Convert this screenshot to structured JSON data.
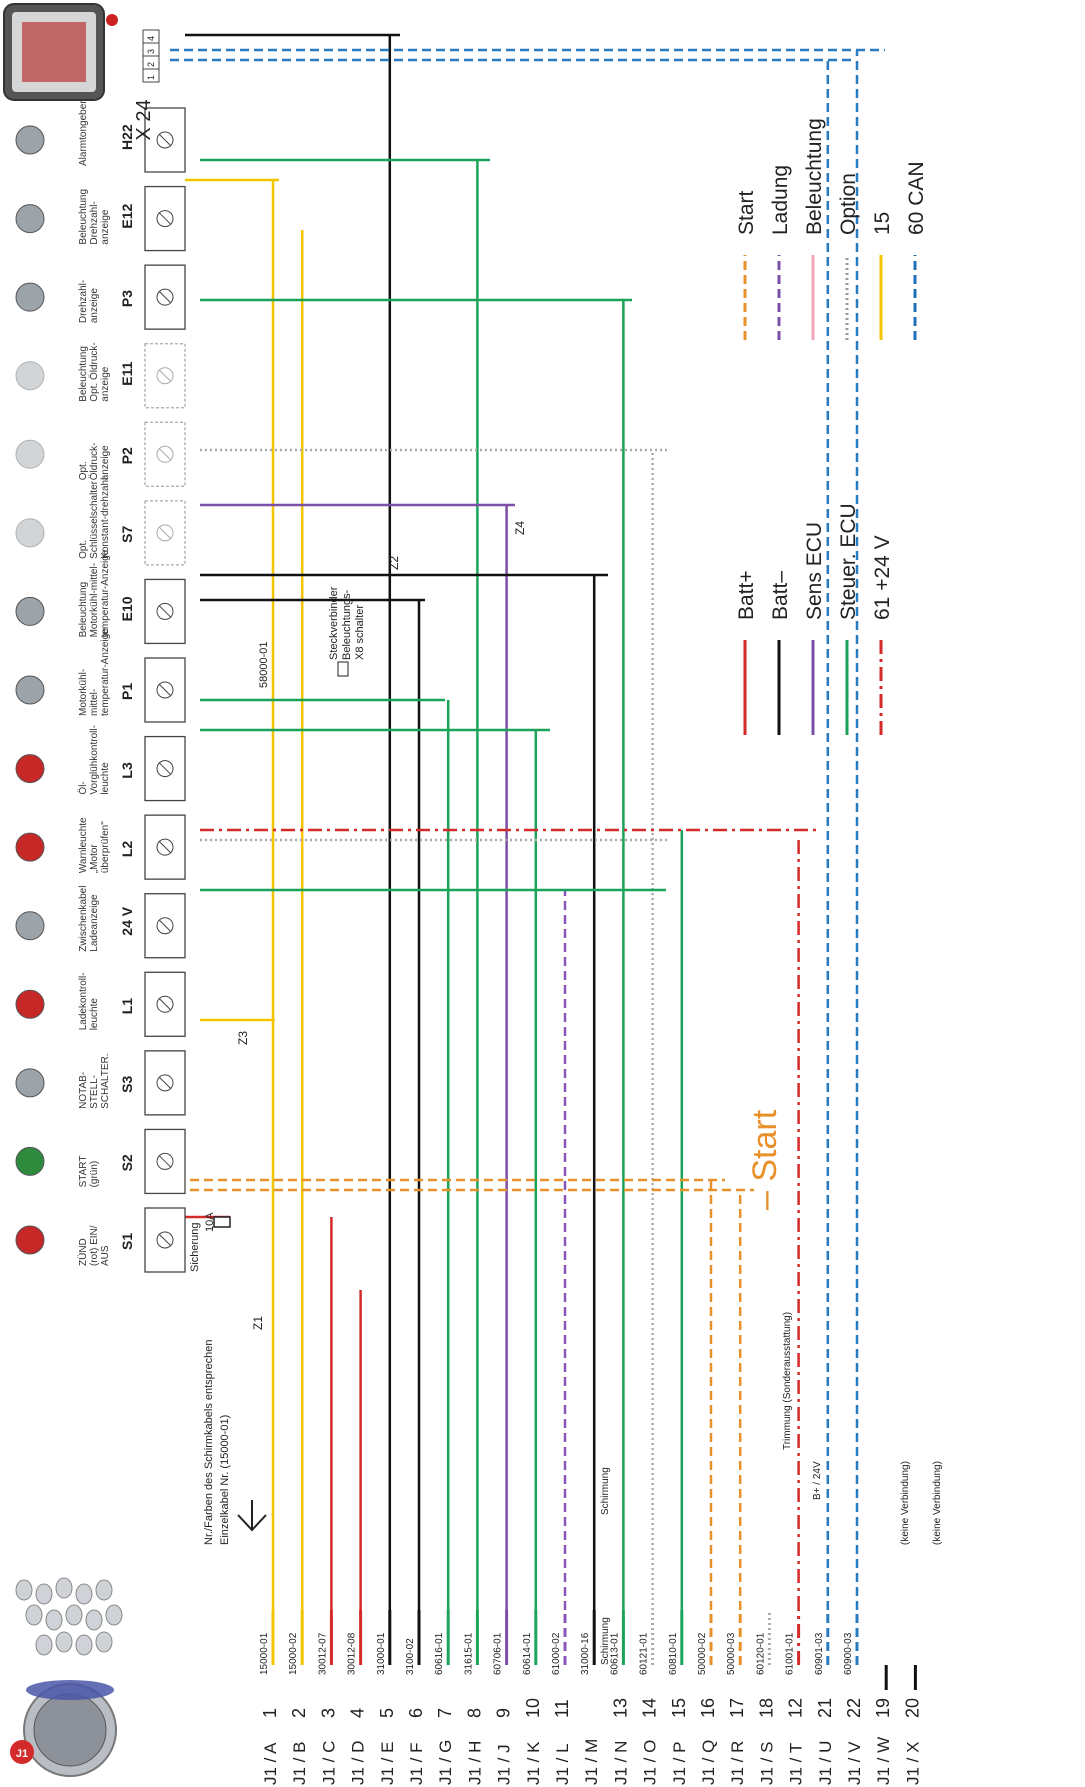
{
  "header": {
    "note_line1": "Nr./Farben des Schirmkabels entsprechen",
    "note_line2": "Einzelkabel Nr. (15000-01)",
    "connector_label": "J1",
    "fuse_line1": "Sicherung",
    "fuse_line2": "10A",
    "start_label": "– Start"
  },
  "pins": [
    {
      "pin": "J1 / A",
      "num": "1",
      "wire": "15000-01",
      "color": "#f2c500",
      "style": "solid",
      "grey": false
    },
    {
      "pin": "J1 / B",
      "num": "2",
      "wire": "15000-02",
      "color": "#f2c500",
      "style": "solid",
      "grey": false
    },
    {
      "pin": "J1 / C",
      "num": "3",
      "wire": "30012-07",
      "color": "#d42a2a",
      "style": "solid",
      "grey": false
    },
    {
      "pin": "J1 / D",
      "num": "4",
      "wire": "30012-08",
      "color": "#d42a2a",
      "style": "solid",
      "grey": false
    },
    {
      "pin": "J1 / E",
      "num": "5",
      "wire": "31000-01",
      "color": "#111111",
      "style": "solid",
      "grey": false
    },
    {
      "pin": "J1 / F",
      "num": "6",
      "wire": "3100-02",
      "color": "#111111",
      "style": "solid",
      "grey": false
    },
    {
      "pin": "J1 / G",
      "num": "7",
      "wire": "60616-01",
      "color": "#1ba35a",
      "style": "solid",
      "grey": false
    },
    {
      "pin": "J1 / H",
      "num": "8",
      "wire": "31615-01",
      "color": "#1ba35a",
      "style": "solid",
      "grey": false
    },
    {
      "pin": "J1 / J",
      "num": "9",
      "wire": "60706-01",
      "color": "#7b4fa8",
      "style": "solid",
      "grey": false
    },
    {
      "pin": "J1 / K",
      "num": "10",
      "wire": "60614-01",
      "color": "#1ba35a",
      "style": "solid",
      "grey": false
    },
    {
      "pin": "J1 / L",
      "num": "11",
      "wire": "61000-02",
      "color": "#8a56b8",
      "style": "dashed",
      "grey": false
    },
    {
      "pin": "J1 / M",
      "num": "",
      "wire": "31000-16",
      "color": "#111111",
      "style": "solid",
      "grey": false
    },
    {
      "pin": "J1 / N",
      "num": "13",
      "wire": "60613-01",
      "color": "#1ba35a",
      "style": "solid",
      "grey": false
    },
    {
      "pin": "J1 / O",
      "num": "14",
      "wire": "60121-01",
      "color": "#aaaaaa",
      "style": "dotted",
      "grey": true
    },
    {
      "pin": "J1 / P",
      "num": "15",
      "wire": "60810-01",
      "color": "#1ba35a",
      "style": "solid",
      "grey": false
    },
    {
      "pin": "J1 / Q",
      "num": "16",
      "wire": "50000-02",
      "color": "#e8902a",
      "style": "dashed",
      "grey": false
    },
    {
      "pin": "J1 / R",
      "num": "17",
      "wire": "50000-03",
      "color": "#e8902a",
      "style": "dashed",
      "grey": false
    },
    {
      "pin": "J1 / S",
      "num": "18",
      "wire": "60120-01",
      "color": "#aaaaaa",
      "style": "dotted",
      "grey": true
    },
    {
      "pin": "J1 / T",
      "num": "12",
      "wire": "61001-01",
      "color": "#d42a2a",
      "style": "dashdot",
      "grey": false
    },
    {
      "pin": "J1 / U",
      "num": "21",
      "wire": "60901-03",
      "color": "#2a7cc0",
      "style": "dashed",
      "grey": false
    },
    {
      "pin": "J1 / V",
      "num": "22",
      "wire": "60900-03",
      "color": "#2a7cc0",
      "style": "dashed",
      "grey": false
    },
    {
      "pin": "J1 / W",
      "num": "19",
      "wire": "",
      "color": "#111111",
      "style": "solid",
      "grey": false
    },
    {
      "pin": "J1 / X",
      "num": "20",
      "wire": "",
      "color": "#111111",
      "style": "solid",
      "grey": false
    }
  ],
  "wire_notes": {
    "schirmung_a": "Schirmung",
    "schirmung_b": "Schirmung",
    "trimmung": "Trimmung (Sonderausstattung)",
    "b_plus": "B+ / 24V",
    "keine_1": "(keine Verbindung)",
    "keine_2": "(keine Verbindung)",
    "stecker_code": "58000-01",
    "stecker_label1": "Steckverbinder",
    "stecker_label2": "Beleuchtungs-",
    "stecker_label3": "X8 schalter"
  },
  "components": [
    {
      "code": "S1",
      "l1": "ZÜND",
      "l2": "(rot) EIN/",
      "l3": "AUS",
      "grey": false,
      "icon": "button-red-icon"
    },
    {
      "code": "S2",
      "l1": "START",
      "l2": "(grün)",
      "l3": "",
      "grey": false,
      "icon": "button-green-icon"
    },
    {
      "code": "S3",
      "l1": "NOTAB-",
      "l2": "STELL-",
      "l3": "SCHALTER.",
      "grey": false,
      "icon": "key-switch-icon"
    },
    {
      "code": "L1",
      "l1": "Ladekontroll-",
      "l2": "leuchte",
      "l3": "",
      "grey": false,
      "icon": "lamp-red-icon"
    },
    {
      "code": "24 V",
      "l1": "Zwischenkabel",
      "l2": "Ladeanzeige",
      "l3": "",
      "grey": false,
      "icon": "cable-icon"
    },
    {
      "code": "L2",
      "l1": "Warnleuchte",
      "l2": "„Motor",
      "l3": "überprüfen\"",
      "grey": false,
      "icon": "lamp-red-icon"
    },
    {
      "code": "L3",
      "l1": "Öl-",
      "l2": "Vorglühkontroll-",
      "l3": "leuchte",
      "grey": false,
      "icon": "lamp-red-icon"
    },
    {
      "code": "P1",
      "l1": "Motorkühl-",
      "l2": "mittel-",
      "l3": "temperatur-Anzeige",
      "grey": false,
      "icon": "gauge-icon"
    },
    {
      "code": "E10",
      "l1": "Beleuchtung",
      "l2": "Motorkühl-mittel-",
      "l3": "temperatur-Anzeige",
      "grey": false,
      "icon": "bulb-icon"
    },
    {
      "code": "S7",
      "l1": "Opt.",
      "l2": "Schlüsselschalter",
      "l3": "Konstant-drehzahl",
      "grey": true,
      "icon": "key-switch-icon"
    },
    {
      "code": "P2",
      "l1": "Opt.",
      "l2": "Öldruck-",
      "l3": "anzeige",
      "grey": true,
      "icon": "gauge-icon"
    },
    {
      "code": "E11",
      "l1": "Beleuchtung",
      "l2": "Opt. Öldruck-",
      "l3": "anzeige",
      "grey": true,
      "icon": "bulb-icon"
    },
    {
      "code": "P3",
      "l1": "Drehzahl-",
      "l2": "anzeige",
      "l3": "",
      "grey": false,
      "icon": "tacho-icon"
    },
    {
      "code": "E12",
      "l1": "Beleuchtung",
      "l2": "Drehzahl-",
      "l3": "anzeige",
      "grey": false,
      "icon": "bulb-icon"
    },
    {
      "code": "H22",
      "l1": "Alarmtongeber",
      "l2": "",
      "l3": "",
      "grey": false,
      "icon": "buzzer-icon"
    }
  ],
  "x24": {
    "label": "X 24",
    "pins": [
      "1",
      "2",
      "3",
      "4"
    ]
  },
  "junctions": [
    "Z1",
    "Z2",
    "Z3",
    "Z4"
  ],
  "legend_left": [
    {
      "label": "Batt+",
      "color": "#d42a2a",
      "style": "solid"
    },
    {
      "label": "Batt–",
      "color": "#111111",
      "style": "solid"
    },
    {
      "label": "Sens ECU",
      "color": "#7b4fa8",
      "style": "solid"
    },
    {
      "label": "Steuer. ECU",
      "color": "#1ba35a",
      "style": "solid"
    },
    {
      "label": "61 +24 V",
      "color": "#d42a2a",
      "style": "dashdot"
    }
  ],
  "legend_right": [
    {
      "label": "Start",
      "color": "#e8902a",
      "style": "dashed"
    },
    {
      "label": "Ladung",
      "color": "#7b4fa8",
      "style": "dashed"
    },
    {
      "label": "Beleuchtung",
      "color": "#f0a8b8",
      "style": "solid"
    },
    {
      "label": "Option",
      "color": "#999999",
      "style": "dotted"
    },
    {
      "label": "15",
      "color": "#f2c500",
      "style": "solid"
    },
    {
      "label": "60 CAN",
      "color": "#1f6fb5",
      "style": "dashed"
    }
  ]
}
